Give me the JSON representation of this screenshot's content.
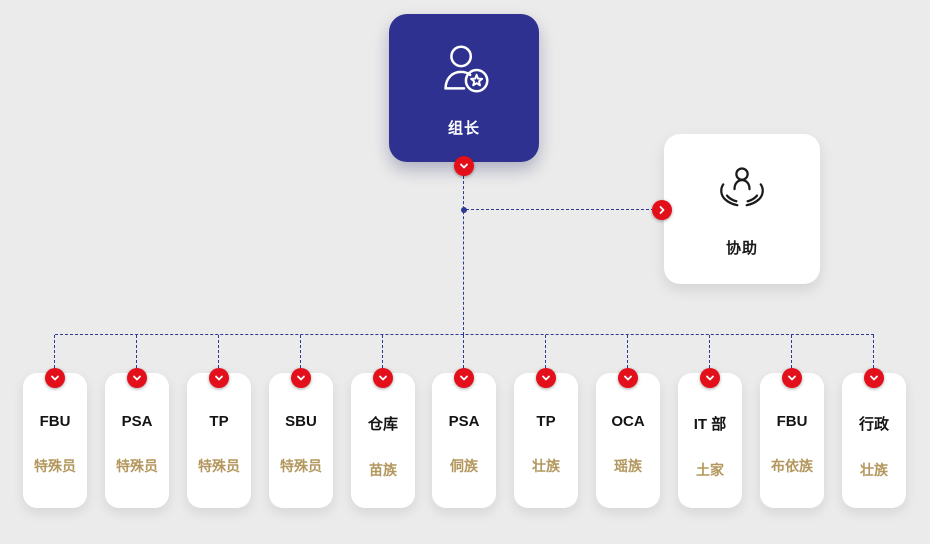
{
  "colors": {
    "background": "#ebebeb",
    "leader_node": "#2f3190",
    "badge_red": "#e3101c",
    "connector_blue": "#2c3a96",
    "ethnic_gold": "#b3975d"
  },
  "root": {
    "label": "组长",
    "icon": "person-star-icon"
  },
  "assist": {
    "label": "协助",
    "icon": "helping-hands-icon"
  },
  "members": [
    {
      "dept": "FBU",
      "ethnic": "特殊员"
    },
    {
      "dept": "PSA",
      "ethnic": "特殊员"
    },
    {
      "dept": "TP",
      "ethnic": "特殊员"
    },
    {
      "dept": "SBU",
      "ethnic": "特殊员"
    },
    {
      "dept": "仓库",
      "ethnic": "苗族"
    },
    {
      "dept": "PSA",
      "ethnic": "侗族"
    },
    {
      "dept": "TP",
      "ethnic": "壮族"
    },
    {
      "dept": "OCA",
      "ethnic": "瑶族"
    },
    {
      "dept": "IT 部",
      "ethnic": "土家"
    },
    {
      "dept": "FBU",
      "ethnic": "布依族"
    },
    {
      "dept": "行政",
      "ethnic": "壮族"
    }
  ]
}
